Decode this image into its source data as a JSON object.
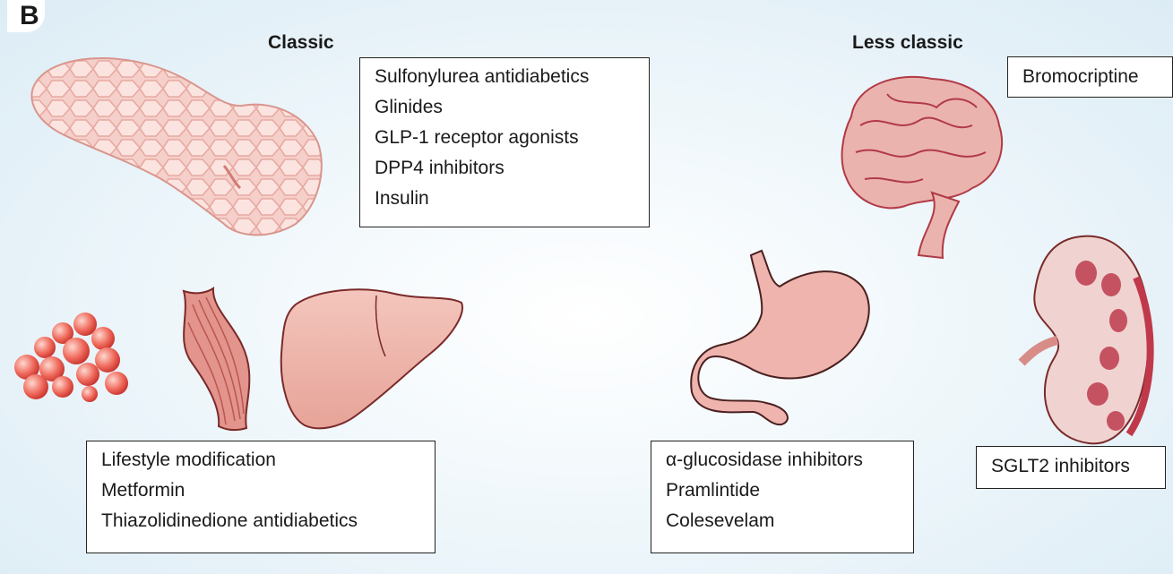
{
  "panel_label": "B",
  "classic": {
    "heading": "Classic",
    "pancreas_drugs": [
      "Sulfonylurea antidiabetics",
      "Glinides",
      "GLP-1 receptor agonists",
      "DPP4 inhibitors",
      "Insulin"
    ],
    "peripheral_drugs": [
      "Lifestyle modification",
      "Metformin",
      "Thiazolidinedione antidiabetics"
    ]
  },
  "less_classic": {
    "heading": "Less classic",
    "brain_drugs": [
      "Bromocriptine"
    ],
    "gut_drugs": [
      "α-glucosidase inhibitors",
      "Pramlintide",
      "Colesevelam"
    ],
    "kidney_drugs": [
      "SGLT2 inhibitors"
    ]
  },
  "colors": {
    "organ_fill": "#f2c3bd",
    "organ_dark": "#c0394a",
    "fat_fill": "#ee5a4e",
    "box_border": "#222222"
  },
  "icons": [
    "pancreas-icon",
    "fat-cells-icon",
    "muscle-icon",
    "liver-icon",
    "brain-icon",
    "stomach-icon",
    "kidney-icon"
  ]
}
